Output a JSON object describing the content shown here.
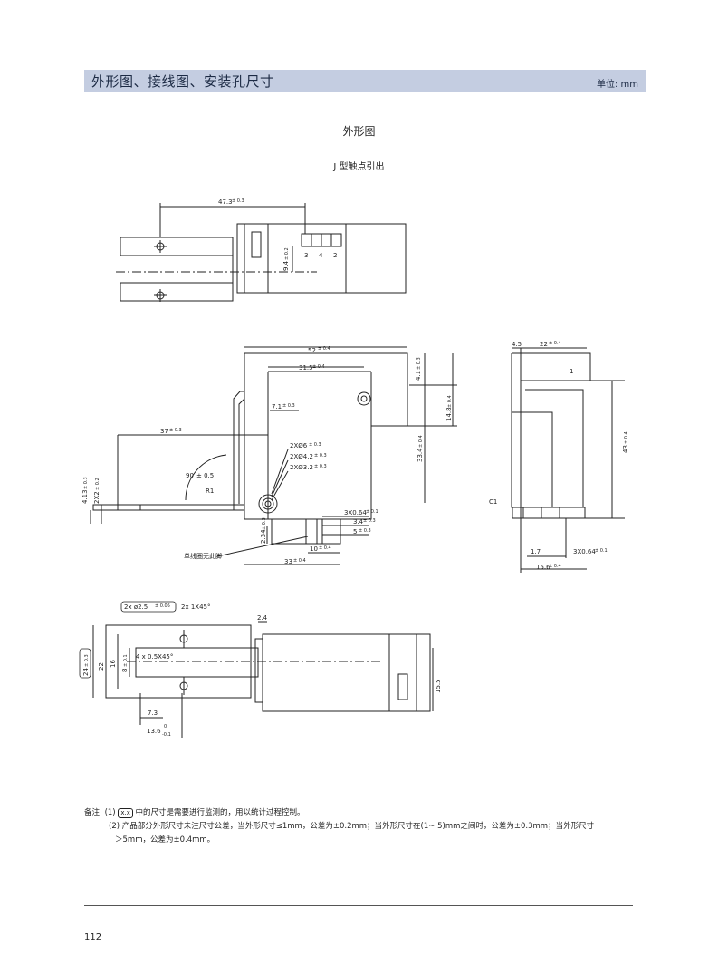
{
  "header": {
    "title": "外形图、接线图、安装孔尺寸",
    "unit": "单位: mm"
  },
  "section": {
    "title": "外形图",
    "subtitle": "J 型触点引出"
  },
  "drawing1": {
    "dim_top": "47.3",
    "dim_top_tol": "± 0.3",
    "dim_side": "9.4",
    "dim_side_tol": "± 0.2",
    "pins": [
      "3",
      "4",
      "2"
    ]
  },
  "drawing2": {
    "dim_width": "52",
    "dim_width_tol": "± 0.4",
    "dim_inner": "31.5",
    "dim_inner_tol": "± 0.4",
    "dim_71": "7.1",
    "dim_71_tol": "± 0.3",
    "dim_37": "37",
    "dim_37_tol": "± 0.3",
    "hole1": "2XØ6",
    "hole1_tol": "± 0.3",
    "hole2": "2XØ4.2",
    "hole2_tol": "± 0.3",
    "hole3": "2XØ3.2",
    "hole3_tol": "± 0.3",
    "angle": "90",
    "angle_tol": "± 0.5",
    "radius": "R1",
    "dim_413": "4.13",
    "dim_413_tol": "± 0.3",
    "dim_2x2": "2X2",
    "dim_2x2_tol": "± 0.2",
    "dim_41": "4.1",
    "dim_41_tol": "± 0.3",
    "dim_148": "14.8",
    "dim_148_tol": "± 0.4",
    "dim_334": "33.4",
    "dim_334_tol": "± 0.4",
    "dim_3x064": "3X0.64",
    "dim_3x064_tol": "± 0.1",
    "dim_34": "3.4",
    "dim_34_tol": "± 0.3",
    "dim_5": "5",
    "dim_5_tol": "± 0.3",
    "dim_234": "2.34",
    "dim_234_tol": "± 0.3",
    "dim_10": "10",
    "dim_10_tol": "± 0.4",
    "dim_33": "33",
    "dim_33_tol": "± 0.4",
    "callout": "单线圈无此脚"
  },
  "drawing3": {
    "dim_45": "4.5",
    "dim_22": "22",
    "dim_22_tol": "± 0.4",
    "dim_1": "1",
    "dim_43": "43",
    "dim_43_tol": "± 0.4",
    "chamfer": "C1",
    "dim_17": "1.7",
    "dim_3x064": "3X0.64",
    "dim_3x064_tol": "± 0.1",
    "dim_156": "15.6",
    "dim_156_tol": "± 0.4"
  },
  "drawing4": {
    "hole_box": "2x ø2.5",
    "hole_box_tol": "± 0.05",
    "chamfer_top": "2x 1X45°",
    "dim_24": "2.4",
    "chamfer_inner": "4 x 0.5X45°",
    "dim_24_box": "24",
    "dim_24_box_tol": "± 0.3",
    "dim_22": "22",
    "dim_16": "16",
    "dim_8": "8",
    "dim_8_tol": "± 0.1",
    "dim_73": "7.3",
    "dim_136": "13.6",
    "dim_136_tol_upper": "0",
    "dim_136_tol_lower": "-0.1",
    "dim_155": "15.5"
  },
  "notes": {
    "label": "备注:",
    "note1_prefix": "(1)",
    "note1_box": "x.x",
    "note1_text": "中的尺寸是需要进行监测的，用以统计过程控制。",
    "note2_prefix": "(2)",
    "note2_text": "产品部分外形尺寸未注尺寸公差，当外形尺寸≤1mm，公差为±0.2mm；当外形尺寸在(1~ 5)mm之间时，公差为±0.3mm；当外形尺寸",
    "note2_cont": "＞5mm，公差为±0.4mm。"
  },
  "footer": {
    "page_number": "112"
  }
}
